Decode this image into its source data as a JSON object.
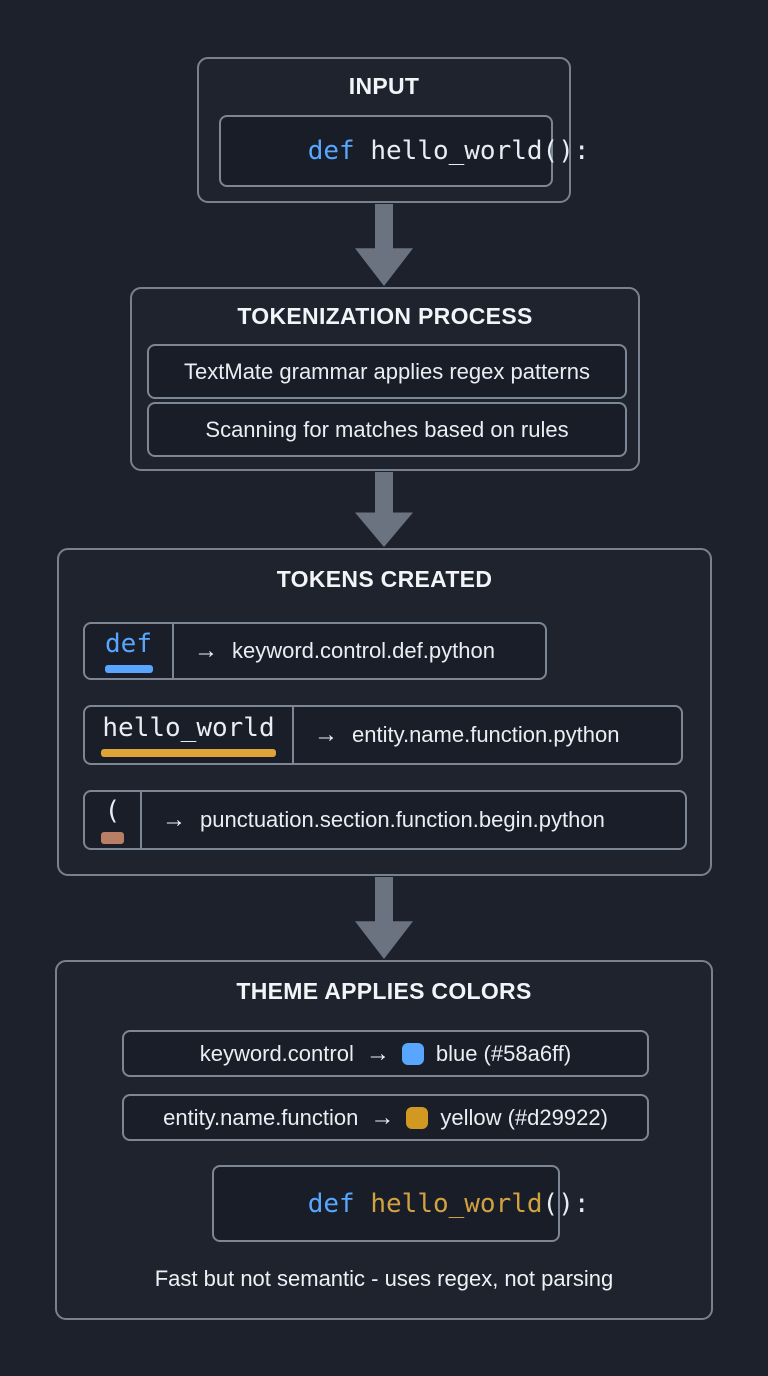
{
  "palette": {
    "background": "#1c212c",
    "border": "#79818f",
    "arrow_fill": "#6b7380",
    "text": "#eaedf1",
    "blue": "#58a6ff",
    "yellow_swatch": "#d29922",
    "gold_underline": "#dfa436",
    "salmon_underline": "#b97e66"
  },
  "glyphs": {
    "arrow_right": "→"
  },
  "input": {
    "title": "INPUT",
    "code": {
      "keyword": "def",
      "rest": " hello_world():"
    }
  },
  "tokenization": {
    "title": "TOKENIZATION PROCESS",
    "steps": [
      "TextMate grammar applies regex patterns",
      "Scanning for matches based on rules"
    ]
  },
  "tokens": {
    "title": "TOKENS CREATED",
    "rows": [
      {
        "token": "def",
        "scope": "keyword.control.def.python",
        "underline_color": "#58a6ff"
      },
      {
        "token": "hello_world",
        "scope": "entity.name.function.python",
        "underline_color": "#dfa436"
      },
      {
        "token": "(",
        "scope": "punctuation.section.function.begin.python",
        "underline_color": "#b97e66"
      }
    ]
  },
  "theme": {
    "title": "THEME APPLIES COLORS",
    "mappings": [
      {
        "scope": "keyword.control",
        "swatch": "#58a6ff",
        "label": "blue (#58a6ff)"
      },
      {
        "scope": "entity.name.function",
        "swatch": "#d29922",
        "label": "yellow (#d29922)"
      }
    ],
    "code": {
      "keyword": "def",
      "space": " ",
      "function": "hello_world",
      "punct": "():"
    },
    "footer": "Fast but not semantic - uses regex, not parsing"
  }
}
